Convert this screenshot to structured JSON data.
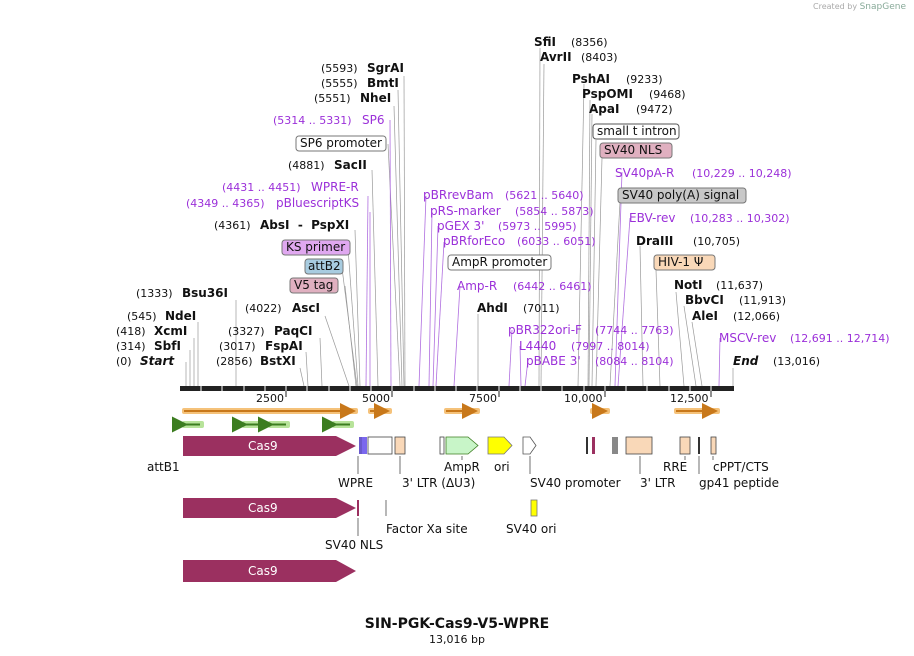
{
  "credit": {
    "prefix": "Created by",
    "brand": "SnapGene"
  },
  "title": "SIN-PGK-Cas9-V5-WPRE",
  "subtitle": "13,016 bp",
  "colors": {
    "enzyme": "#111111",
    "primer": "#9b30d9",
    "cas9": "#9b3060",
    "ori": "#ffff00",
    "ampr": "#c8f5c8",
    "ltr": "#f9d8b8",
    "orf_orange": "#f5a623",
    "orf_green": "#6ab04c"
  },
  "ruler": {
    "ticks": [
      "2500",
      "5000",
      "7500",
      "10,000",
      "12,500"
    ]
  },
  "left_labels": [
    {
      "pos": "(0)",
      "name": "Start",
      "italic": true
    },
    {
      "pos": "(314)",
      "name": "SbfI"
    },
    {
      "pos": "(418)",
      "name": "XcmI"
    },
    {
      "pos": "(545)",
      "name": "NdeI"
    },
    {
      "pos": "(1333)",
      "name": "Bsu36I"
    },
    {
      "pos": "(2856)",
      "name": "BstXI"
    },
    {
      "pos": "(3017)",
      "name": "FspAI"
    },
    {
      "pos": "(3327)",
      "name": "PaqCI"
    },
    {
      "pos": "(4022)",
      "name": "AscI"
    },
    {
      "pos": "(4361)",
      "name": "AbsI  -  PspXI"
    },
    {
      "pos": "(4881)",
      "name": "SacII"
    },
    {
      "pos": "(5551)",
      "name": "NheI"
    },
    {
      "pos": "(5555)",
      "name": "BmtI"
    },
    {
      "pos": "(5593)",
      "name": "SgrAI"
    }
  ],
  "left_primers": [
    {
      "range": "(4349 .. 4365)",
      "name": "pBluescriptKS"
    },
    {
      "range": "(4431 .. 4451)",
      "name": "WPRE-R"
    },
    {
      "range": "(5314 .. 5331)",
      "name": "SP6"
    }
  ],
  "left_boxes": [
    {
      "name": "SP6 promoter"
    },
    {
      "name": "KS primer"
    },
    {
      "name": "attB2"
    },
    {
      "name": "V5 tag"
    }
  ],
  "right_enzymes": [
    {
      "pos": "(8356)",
      "name": "SfiI"
    },
    {
      "pos": "(8403)",
      "name": "AvrII"
    },
    {
      "pos": "(9233)",
      "name": "PshAI"
    },
    {
      "pos": "(9468)",
      "name": "PspOMI"
    },
    {
      "pos": "(9472)",
      "name": "ApaI"
    },
    {
      "pos": "(7011)",
      "name": "AhdI"
    },
    {
      "pos": "(10,705)",
      "name": "DraIII"
    },
    {
      "pos": "(11,637)",
      "name": "NotI"
    },
    {
      "pos": "(11,913)",
      "name": "BbvCI"
    },
    {
      "pos": "(12,066)",
      "name": "AleI"
    },
    {
      "pos": "(13,016)",
      "name": "End",
      "italic": true
    }
  ],
  "right_primers": [
    {
      "name": "pBRrevBam",
      "range": "(5621 .. 5640)"
    },
    {
      "name": "pRS-marker",
      "range": "(5854 .. 5873)"
    },
    {
      "name": "pGEX 3'",
      "range": "(5973 .. 5995)"
    },
    {
      "name": "pBRforEco",
      "range": "(6033 .. 6051)"
    },
    {
      "name": "Amp-R",
      "range": "(6442 .. 6461)"
    },
    {
      "name": "pBR322ori-F",
      "range": "(7744 .. 7763)"
    },
    {
      "name": "L4440",
      "range": "(7997 .. 8014)"
    },
    {
      "name": "pBABE 3'",
      "range": "(8084 .. 8104)"
    },
    {
      "name": "SV40pA-R",
      "range": "(10,229 .. 10,248)"
    },
    {
      "name": "EBV-rev",
      "range": "(10,283 .. 10,302)"
    },
    {
      "name": "MSCV-rev",
      "range": "(12,691 .. 12,714)"
    }
  ],
  "right_boxes": [
    {
      "name": "AmpR promoter"
    },
    {
      "name": "small t intron"
    },
    {
      "name": "SV40 NLS"
    },
    {
      "name": "SV40 poly(A) signal"
    },
    {
      "name": "HIV-1 Ψ"
    }
  ],
  "features": {
    "cas9": "Cas9",
    "attB1": "attB1",
    "wpre": "WPRE",
    "ltr3_du3": "3' LTR (ΔU3)",
    "ampr": "AmpR",
    "ori": "ori",
    "sv40_promoter": "SV40 promoter",
    "ltr3": "3' LTR",
    "rre": "RRE",
    "cppt": "cPPT/CTS",
    "gp41": "gp41 peptide",
    "sv40_nls": "SV40 NLS",
    "factor_xa": "Factor Xa site",
    "sv40_ori": "SV40 ori"
  }
}
